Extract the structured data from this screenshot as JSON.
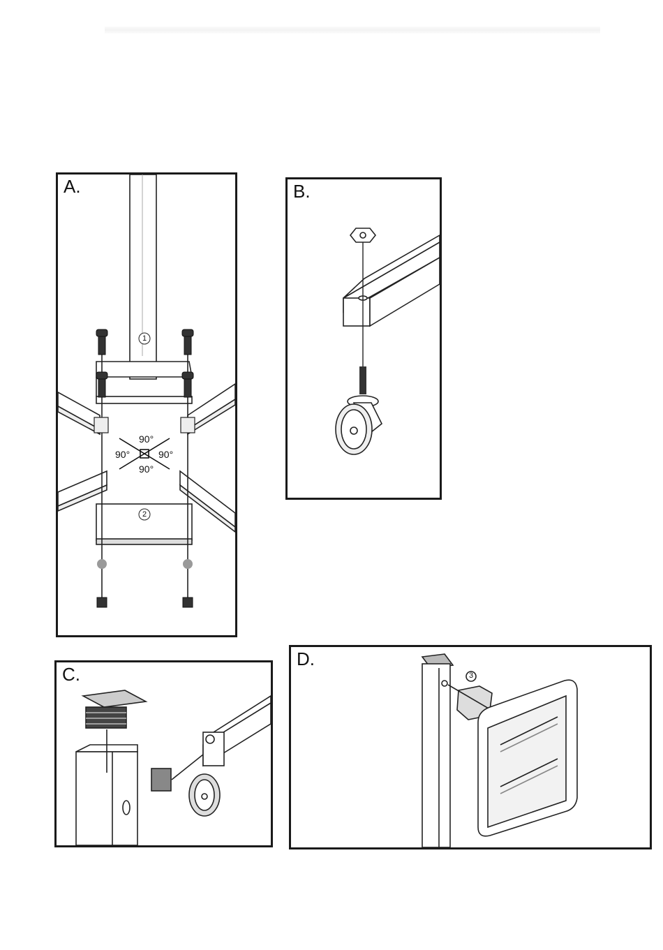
{
  "panels": [
    {
      "label": "A.",
      "callouts": [
        "1",
        "2"
      ],
      "angles": [
        "90°",
        "90°",
        "90°",
        "90°"
      ]
    },
    {
      "label": "B."
    },
    {
      "label": "C."
    },
    {
      "label": "D.",
      "callouts": [
        "3"
      ]
    }
  ],
  "colors": {
    "border": "#1a1a1a",
    "line": "#222222",
    "part_gray": "#9a9a9a",
    "wheel_gray": "#d9d9d9"
  }
}
